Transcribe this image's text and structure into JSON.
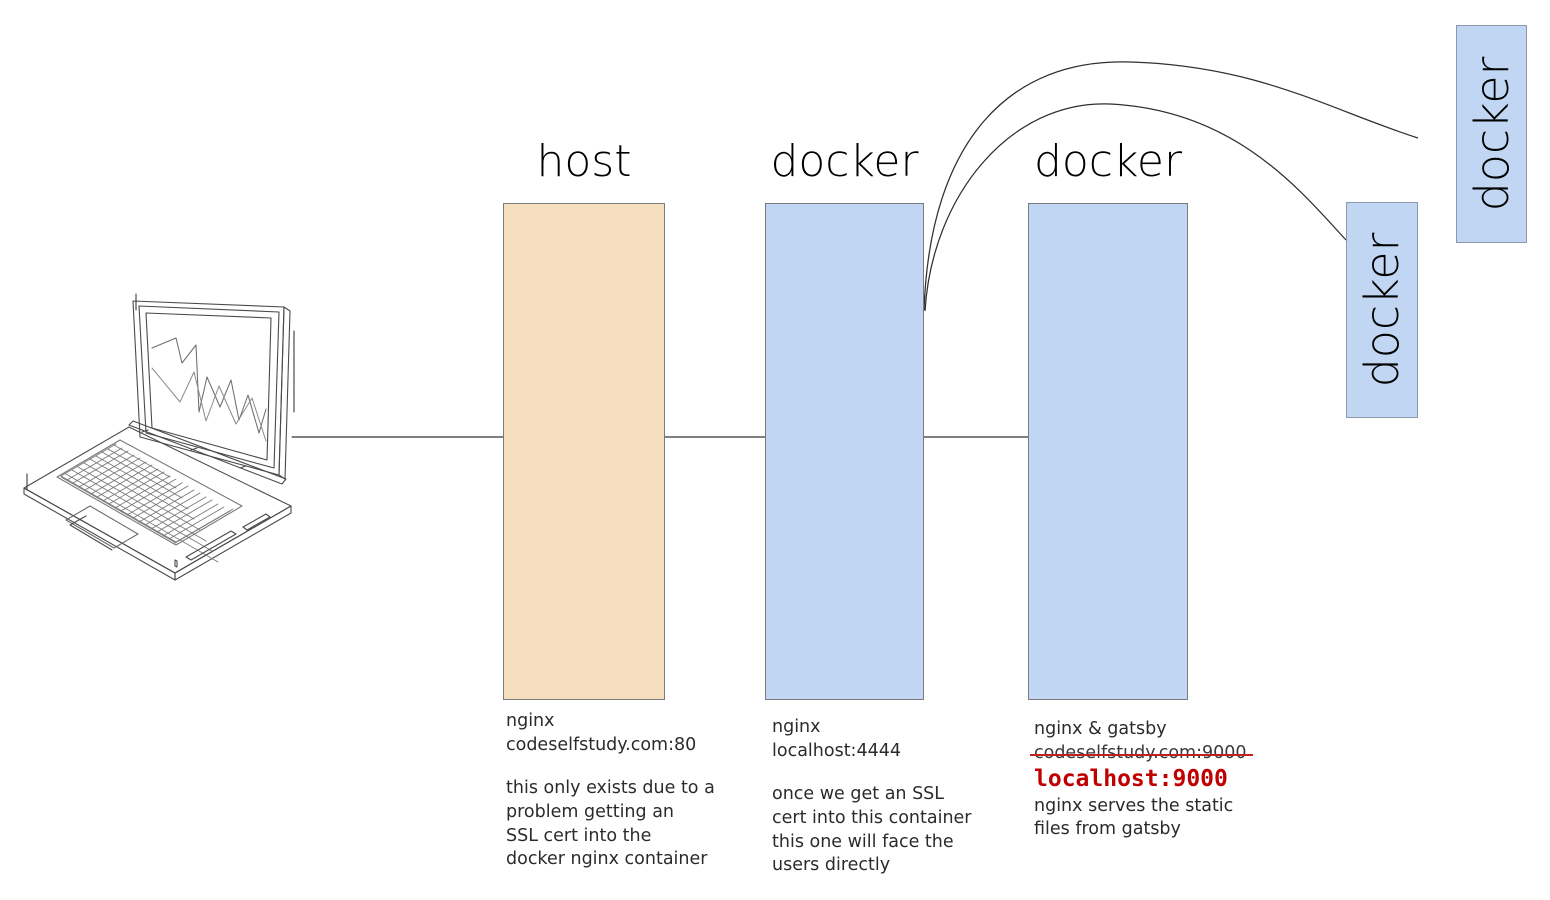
{
  "diagram": {
    "title": "nginx / docker request routing diagram",
    "colors": {
      "host_fill": "#F5DEBE",
      "docker_fill": "#C1D6F2",
      "box_stroke": "#7a7a7a",
      "line": "#555555",
      "alert_red": "#c00000",
      "strike_red": "#c22020"
    }
  },
  "client": {
    "name": "laptop-illustration",
    "alt": "isometric line drawing of an open laptop showing a zigzag line chart on the screen"
  },
  "columns": [
    {
      "id": "host",
      "header": "host",
      "fill": "#F5DEBE",
      "service": "nginx",
      "address": "codeselfstudy.com:80",
      "note": "this only exists due to a\nproblem getting an\nSSL cert into the\ndocker nginx container"
    },
    {
      "id": "docker-nginx",
      "header": "docker",
      "fill": "#C1D6F2",
      "service": "nginx",
      "address": "localhost:4444",
      "note": "once we get an SSL\ncert into this container\nthis one will face the\nusers directly"
    },
    {
      "id": "docker-gatsby",
      "header": "docker",
      "fill": "#C1D6F2",
      "service": "nginx & gatsby",
      "address_struck": "codeselfstudy.com:9000",
      "address_active": "localhost:9000",
      "note": "nginx serves the static\nfiles from gatsby"
    }
  ],
  "side_boxes": [
    {
      "id": "docker-side-small",
      "label": "docker",
      "fill": "#C1D6F2"
    },
    {
      "id": "docker-side-large",
      "label": "docker",
      "fill": "#C1D6F2"
    }
  ],
  "connectors": {
    "horizontal_flow": "laptop -> host -> docker nginx -> docker gatsby",
    "curves": 2
  }
}
